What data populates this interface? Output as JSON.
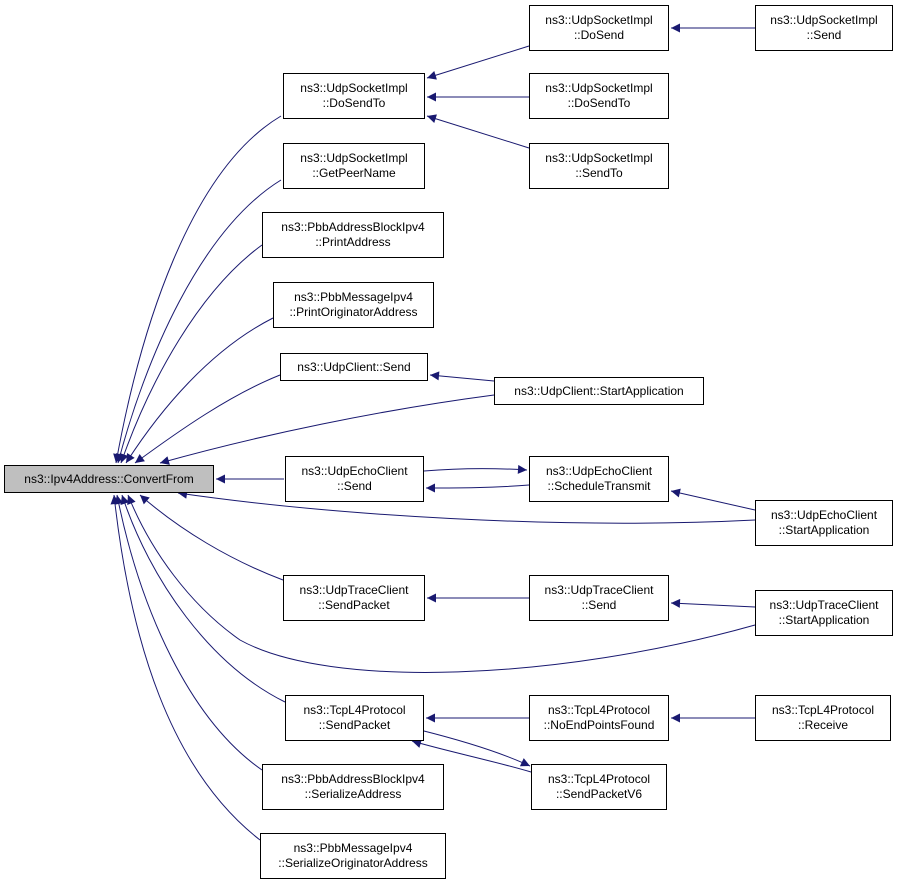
{
  "graph": {
    "edge_color": "#191970",
    "root_fill": "#bfbfbf",
    "nodes": {
      "root": {
        "lines": [
          "ns3::Ipv4Address::ConvertFrom"
        ]
      },
      "dosendto": {
        "lines": [
          "ns3::UdpSocketImpl",
          "::DoSendTo"
        ]
      },
      "dosend": {
        "lines": [
          "ns3::UdpSocketImpl",
          "::DoSend"
        ]
      },
      "send": {
        "lines": [
          "ns3::UdpSocketImpl",
          "::Send"
        ]
      },
      "dosendto2": {
        "lines": [
          "ns3::UdpSocketImpl",
          "::DoSendTo"
        ]
      },
      "sendto": {
        "lines": [
          "ns3::UdpSocketImpl",
          "::SendTo"
        ]
      },
      "getpeer": {
        "lines": [
          "ns3::UdpSocketImpl",
          "::GetPeerName"
        ]
      },
      "pbbaddr": {
        "lines": [
          "ns3::PbbAddressBlockIpv4",
          "::PrintAddress"
        ]
      },
      "pbbmsg": {
        "lines": [
          "ns3::PbbMessageIpv4",
          "::PrintOriginatorAddress"
        ]
      },
      "udpcsend": {
        "lines": [
          "ns3::UdpClient::Send"
        ]
      },
      "udpcstart": {
        "lines": [
          "ns3::UdpClient::StartApplication"
        ]
      },
      "echosend": {
        "lines": [
          "ns3::UdpEchoClient",
          "::Send"
        ]
      },
      "echosched": {
        "lines": [
          "ns3::UdpEchoClient",
          "::ScheduleTransmit"
        ]
      },
      "echostart": {
        "lines": [
          "ns3::UdpEchoClient",
          "::StartApplication"
        ]
      },
      "tracepkt": {
        "lines": [
          "ns3::UdpTraceClient",
          "::SendPacket"
        ]
      },
      "tracesend": {
        "lines": [
          "ns3::UdpTraceClient",
          "::Send"
        ]
      },
      "tracestart": {
        "lines": [
          "ns3::UdpTraceClient",
          "::StartApplication"
        ]
      },
      "tcppkt": {
        "lines": [
          "ns3::TcpL4Protocol",
          "::SendPacket"
        ]
      },
      "tcpnoend": {
        "lines": [
          "ns3::TcpL4Protocol",
          "::NoEndPointsFound"
        ]
      },
      "tcprecv": {
        "lines": [
          "ns3::TcpL4Protocol",
          "::Receive"
        ]
      },
      "tcpv6": {
        "lines": [
          "ns3::TcpL4Protocol",
          "::SendPacketV6"
        ]
      },
      "pbbser": {
        "lines": [
          "ns3::PbbAddressBlockIpv4",
          "::SerializeAddress"
        ]
      },
      "pbbmsgser": {
        "lines": [
          "ns3::PbbMessageIpv4",
          "::SerializeOriginatorAddress"
        ]
      }
    },
    "edges": [
      [
        "dosendto",
        "root"
      ],
      [
        "getpeer",
        "root"
      ],
      [
        "pbbaddr",
        "root"
      ],
      [
        "pbbmsg",
        "root"
      ],
      [
        "udpcsend",
        "root"
      ],
      [
        "udpcstart",
        "root"
      ],
      [
        "echosend",
        "root"
      ],
      [
        "echostart",
        "root"
      ],
      [
        "tracepkt",
        "root"
      ],
      [
        "tracestart",
        "root"
      ],
      [
        "tcppkt",
        "root"
      ],
      [
        "pbbser",
        "root"
      ],
      [
        "pbbmsgser",
        "root"
      ],
      [
        "dosend",
        "dosendto"
      ],
      [
        "dosendto2",
        "dosendto"
      ],
      [
        "sendto",
        "dosendto"
      ],
      [
        "send",
        "dosend"
      ],
      [
        "udpcstart",
        "udpcsend"
      ],
      [
        "echosched",
        "echosend"
      ],
      [
        "echosend",
        "echosched"
      ],
      [
        "echostart",
        "echosched"
      ],
      [
        "tracesend",
        "tracepkt"
      ],
      [
        "tracestart",
        "tracesend"
      ],
      [
        "tcpnoend",
        "tcppkt"
      ],
      [
        "tcpv6",
        "tcppkt"
      ],
      [
        "tcppkt",
        "tcpv6"
      ],
      [
        "tcprecv",
        "tcpnoend"
      ]
    ]
  }
}
